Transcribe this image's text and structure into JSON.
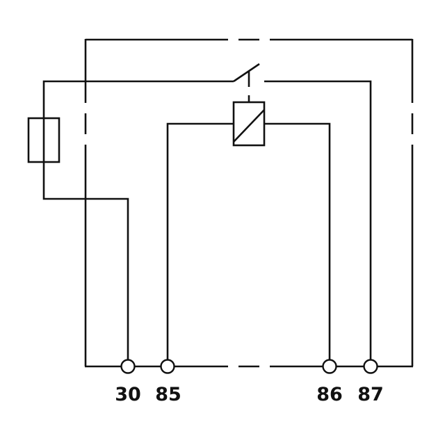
{
  "diagram": {
    "type": "relay-wiring-schematic",
    "colors": {
      "line": "#111111",
      "background": "#ffffff"
    },
    "terminals": [
      {
        "id": "30",
        "label": "30"
      },
      {
        "id": "85",
        "label": "85"
      },
      {
        "id": "86",
        "label": "86"
      },
      {
        "id": "87",
        "label": "87"
      }
    ],
    "components": [
      {
        "name": "fuse",
        "connects": [
          "30",
          "switch-common"
        ]
      },
      {
        "name": "relay-coil",
        "connects": [
          "85",
          "86"
        ]
      },
      {
        "name": "relay-switch-contact",
        "connects": [
          "fuse",
          "87"
        ],
        "state": "normally-open"
      },
      {
        "name": "relay-housing-outline",
        "style": "dashed-segments"
      }
    ]
  }
}
